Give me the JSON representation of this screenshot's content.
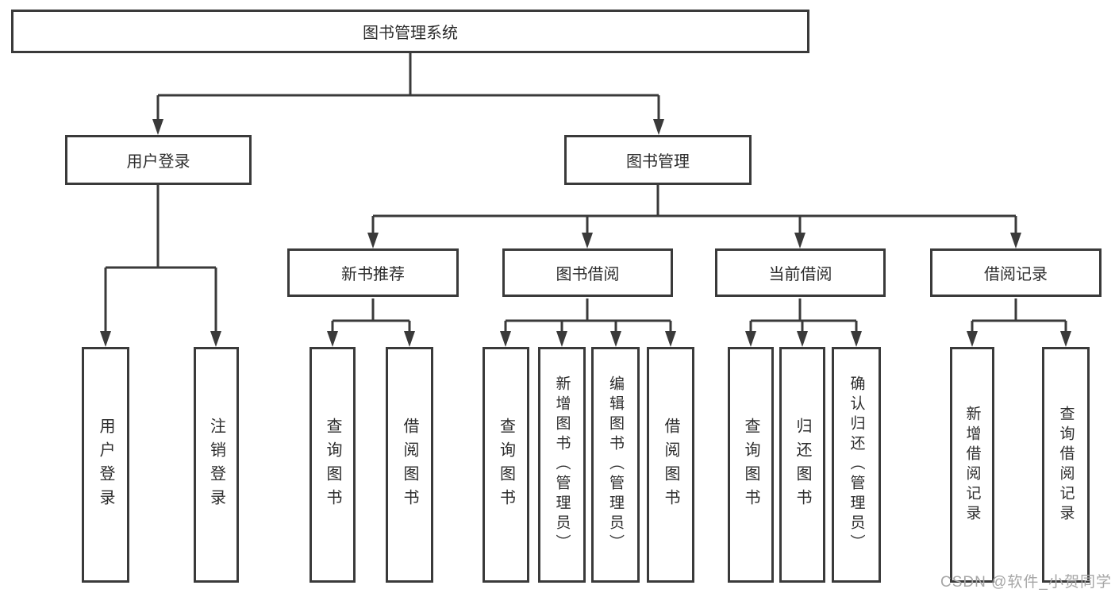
{
  "diagram": {
    "root": {
      "label": "图书管理系统"
    },
    "branches": [
      {
        "label": "用户登录",
        "children": [
          {
            "label": "用户登录"
          },
          {
            "label": "注销登录"
          }
        ]
      },
      {
        "label": "图书管理",
        "children": [
          {
            "label": "新书推荐",
            "children": [
              {
                "label": "查询图书"
              },
              {
                "label": "借阅图书"
              }
            ]
          },
          {
            "label": "图书借阅",
            "children": [
              {
                "label": "查询图书"
              },
              {
                "label": "新增图书（管理员）"
              },
              {
                "label": "编辑图书（管理员）"
              },
              {
                "label": "借阅图书"
              }
            ]
          },
          {
            "label": "当前借阅",
            "children": [
              {
                "label": "查询图书"
              },
              {
                "label": "归还图书"
              },
              {
                "label": "确认归还（管理员）"
              }
            ]
          },
          {
            "label": "借阅记录",
            "children": [
              {
                "label": "新增借阅记录"
              },
              {
                "label": "查询借阅记录"
              }
            ]
          }
        ]
      }
    ],
    "line_color": "#3a3a3a"
  },
  "watermark": {
    "text": "CSDN @软件_小贺同学"
  }
}
